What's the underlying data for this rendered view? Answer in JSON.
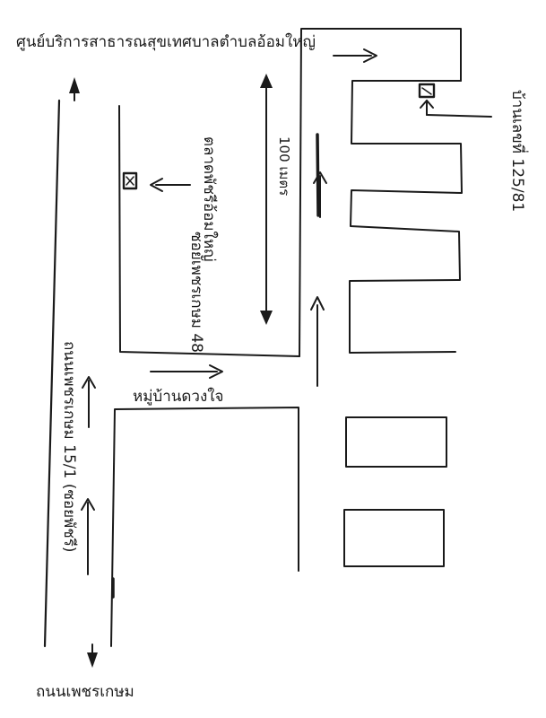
{
  "map": {
    "labels": {
      "health_center": "ศูนย์บริการสาธารณสุขเทศบาลตำบลอ้อมใหญ่",
      "market": "ตลาดพัชรีอ้อมใหญ่",
      "alley_48": "ซอยเพชรเกษม 48",
      "distance": "100 เมตร",
      "village": "หมู่บ้านดวงใจ",
      "road_note": "ถนนเพชรเกษม 15/1 (ซอยพัชรี)",
      "house_no": "บ้านเลขที่ 125/81",
      "road_name": "ถนนเพชรเกษม"
    }
  }
}
